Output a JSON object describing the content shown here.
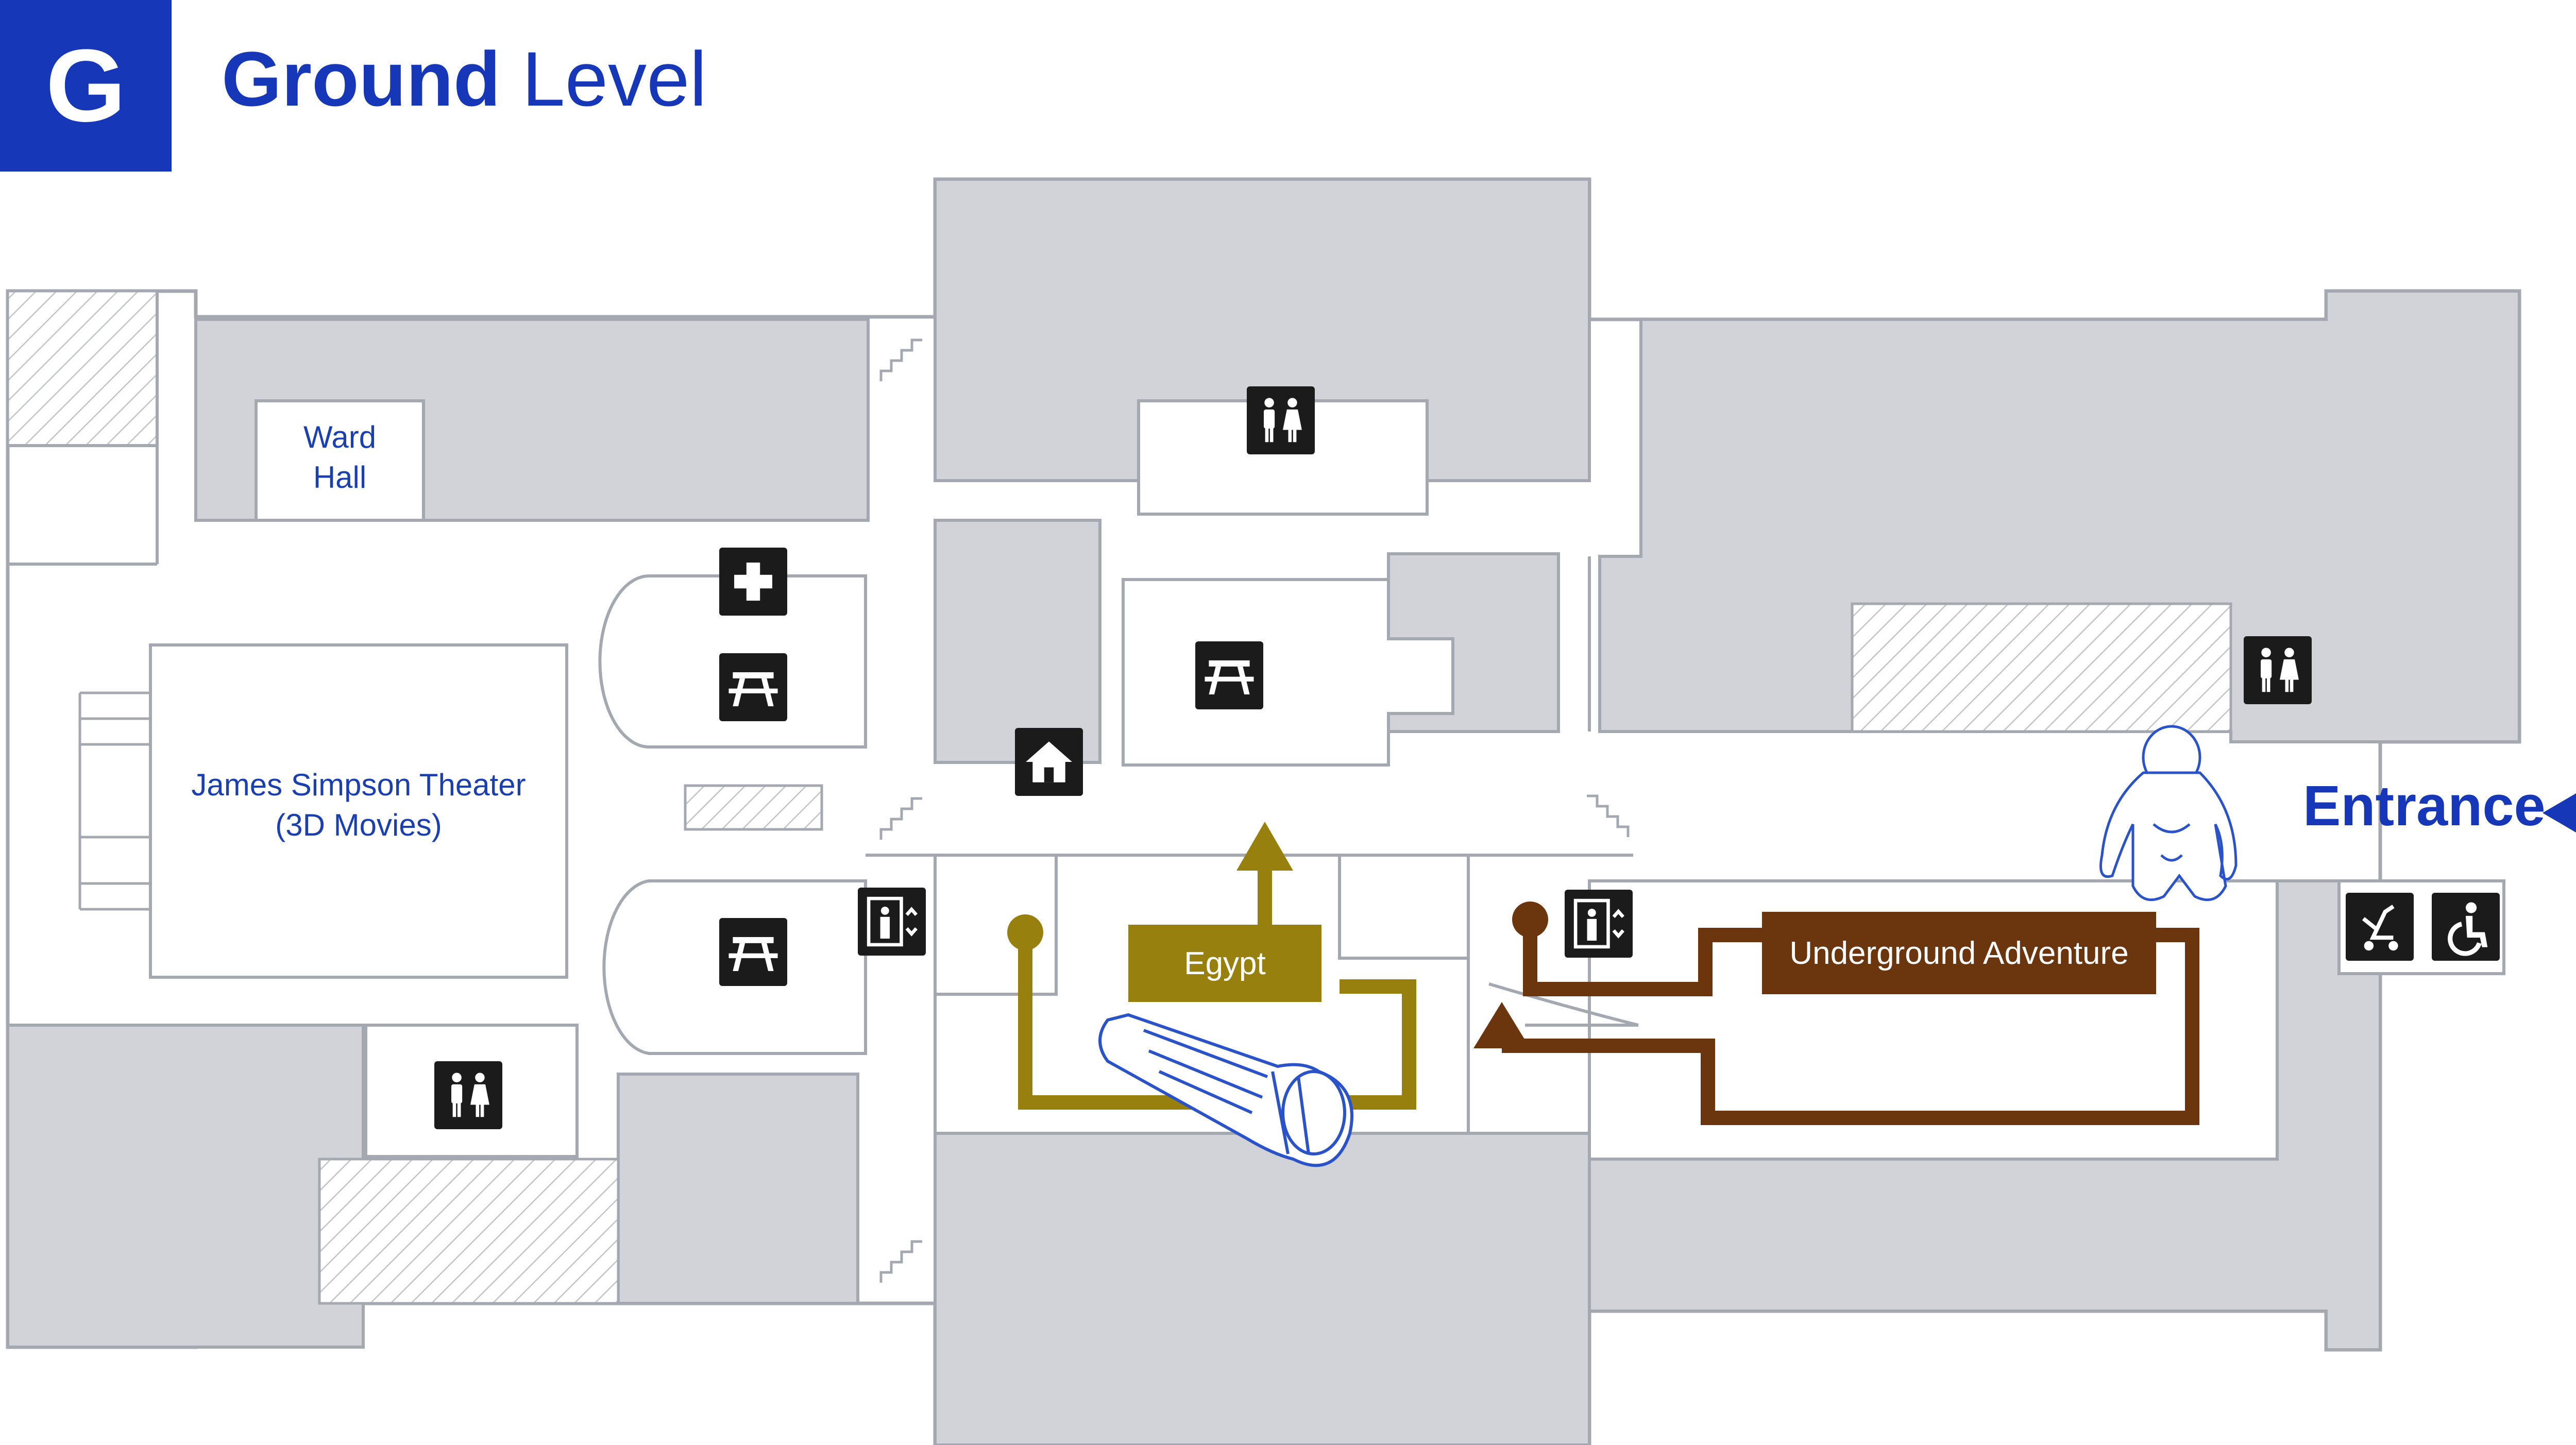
{
  "header": {
    "level_badge": "G",
    "title_bold": "Ground",
    "title_light": "Level"
  },
  "rooms": {
    "ward_hall": {
      "line1": "Ward",
      "line2": "Hall"
    },
    "theater": {
      "line1": "James Simpson Theater",
      "line2": "(3D Movies)"
    }
  },
  "exhibits": {
    "egypt": {
      "label": "Egypt",
      "color": "#98800f"
    },
    "underground": {
      "label": "Underground Adventure",
      "color": "#6b360e"
    }
  },
  "entrance": {
    "label": "Entrance",
    "color": "#1537b8"
  },
  "colors": {
    "brand": "#1537b8",
    "room_fill": "#d1d3d8",
    "wall_stroke": "#a4a8b0",
    "icon_bg": "#1b1b1b"
  },
  "icons": [
    {
      "name": "restroom-icon"
    },
    {
      "name": "first-aid-icon"
    },
    {
      "name": "picnic-table-icon"
    },
    {
      "name": "picnic-table-icon"
    },
    {
      "name": "picnic-table-icon"
    },
    {
      "name": "home-icon"
    },
    {
      "name": "elevator-icon"
    },
    {
      "name": "elevator-icon"
    },
    {
      "name": "restroom-icon"
    },
    {
      "name": "restroom-icon"
    },
    {
      "name": "stroller-icon"
    },
    {
      "name": "wheelchair-access-icon"
    }
  ]
}
